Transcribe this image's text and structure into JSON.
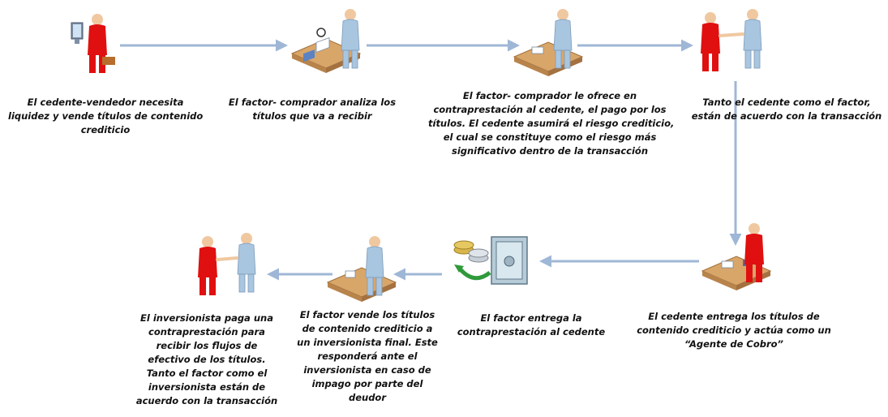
{
  "colors": {
    "arrow": "#9fb7d6",
    "person_red": "#e01010",
    "person_blue": "#a9c6e0",
    "desk": "#d9a66a"
  },
  "steps": [
    {
      "icon": "seller-computer-icon",
      "lines": [
        "El cedente-vendedor necesita",
        "liquidez y vende títulos de contenido",
        "crediticio"
      ]
    },
    {
      "icon": "analyst-desk-icon",
      "lines": [
        "El factor- comprador analiza los",
        "títulos que va a recibir"
      ]
    },
    {
      "icon": "offer-desk-icon",
      "lines": [
        "El factor- comprador le ofrece en",
        "contraprestación al cedente, el pago por los",
        "títulos. El cedente asumirá el riesgo crediticio,",
        "el cual se constituye como el riesgo más",
        "significativo dentro de la transacción"
      ]
    },
    {
      "icon": "handshake-icon",
      "lines": [
        "Tanto el cedente como el factor,",
        "están de acuerdo con la transacción"
      ]
    },
    {
      "icon": "collector-desk-icon",
      "lines": [
        "El cedente entrega los títulos de",
        "contenido crediticio y actúa como un",
        "“Agente de Cobro”"
      ]
    },
    {
      "icon": "coins-vault-icon",
      "lines": [
        "El factor entrega la",
        "contraprestación al cedente"
      ]
    },
    {
      "icon": "seller-desk-icon",
      "lines": [
        "El factor vende los títulos",
        "de contenido crediticio a",
        "un inversionista  final. Este",
        "responderá ante el",
        "inversionista en caso de",
        "impago  por parte del",
        "deudor"
      ]
    },
    {
      "icon": "investor-handshake-icon",
      "lines": [
        "El inversionista paga una",
        "contraprestación para",
        "recibir los flujos de",
        "efectivo de los títulos.",
        "Tanto el factor como el",
        "inversionista  están de",
        "acuerdo con la transacción"
      ]
    }
  ]
}
